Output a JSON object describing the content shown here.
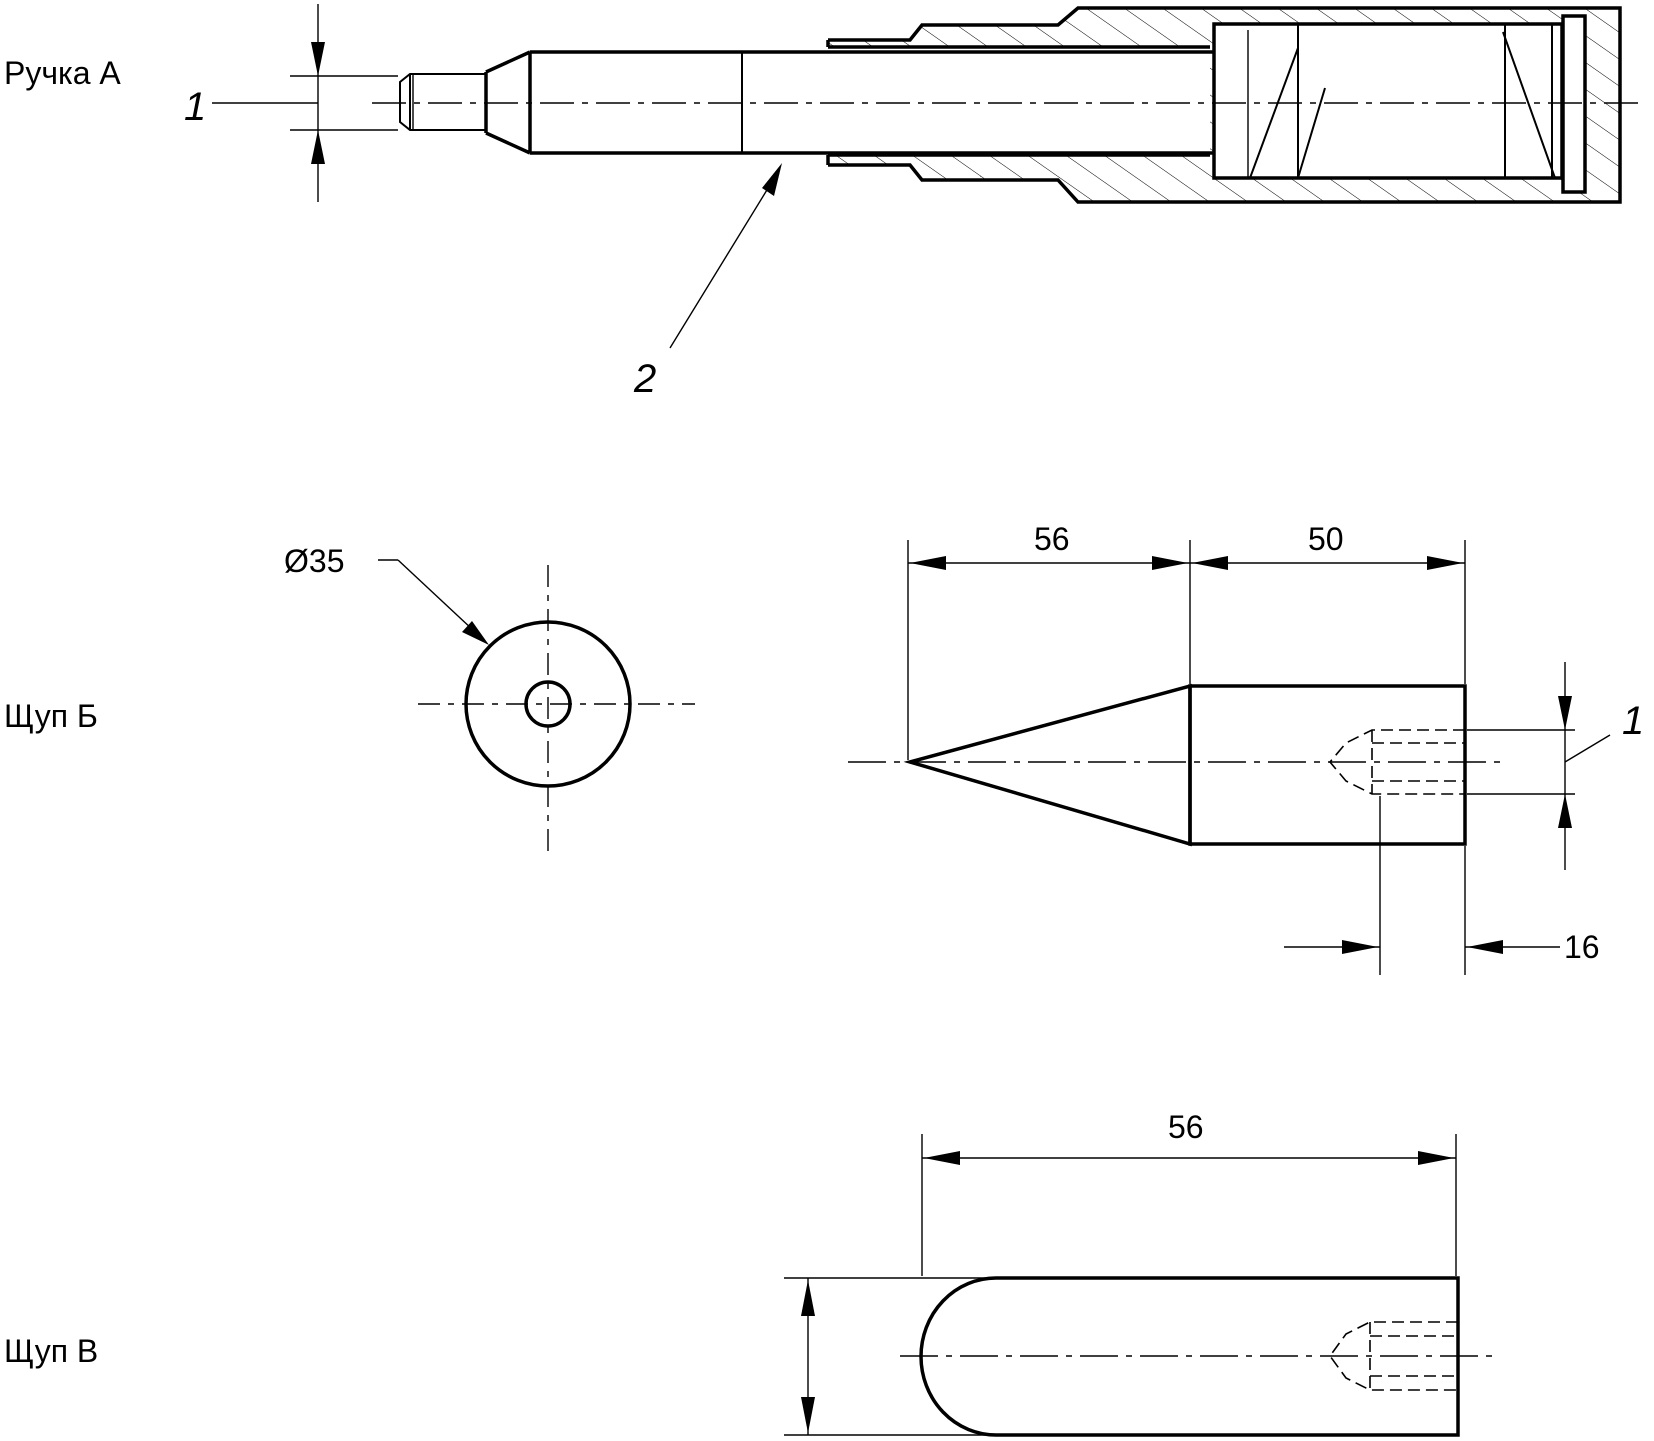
{
  "labels": {
    "handle_a": "Ручка А",
    "probe_b": "Щуп Б",
    "probe_v": "Щуп В"
  },
  "callouts": {
    "one_top": "1",
    "two": "2",
    "one_right": "1"
  },
  "dimensions": {
    "diameter": "Ø35",
    "len_cone": "56",
    "len_body": "50",
    "len_bore": "16",
    "len_v": "56"
  }
}
